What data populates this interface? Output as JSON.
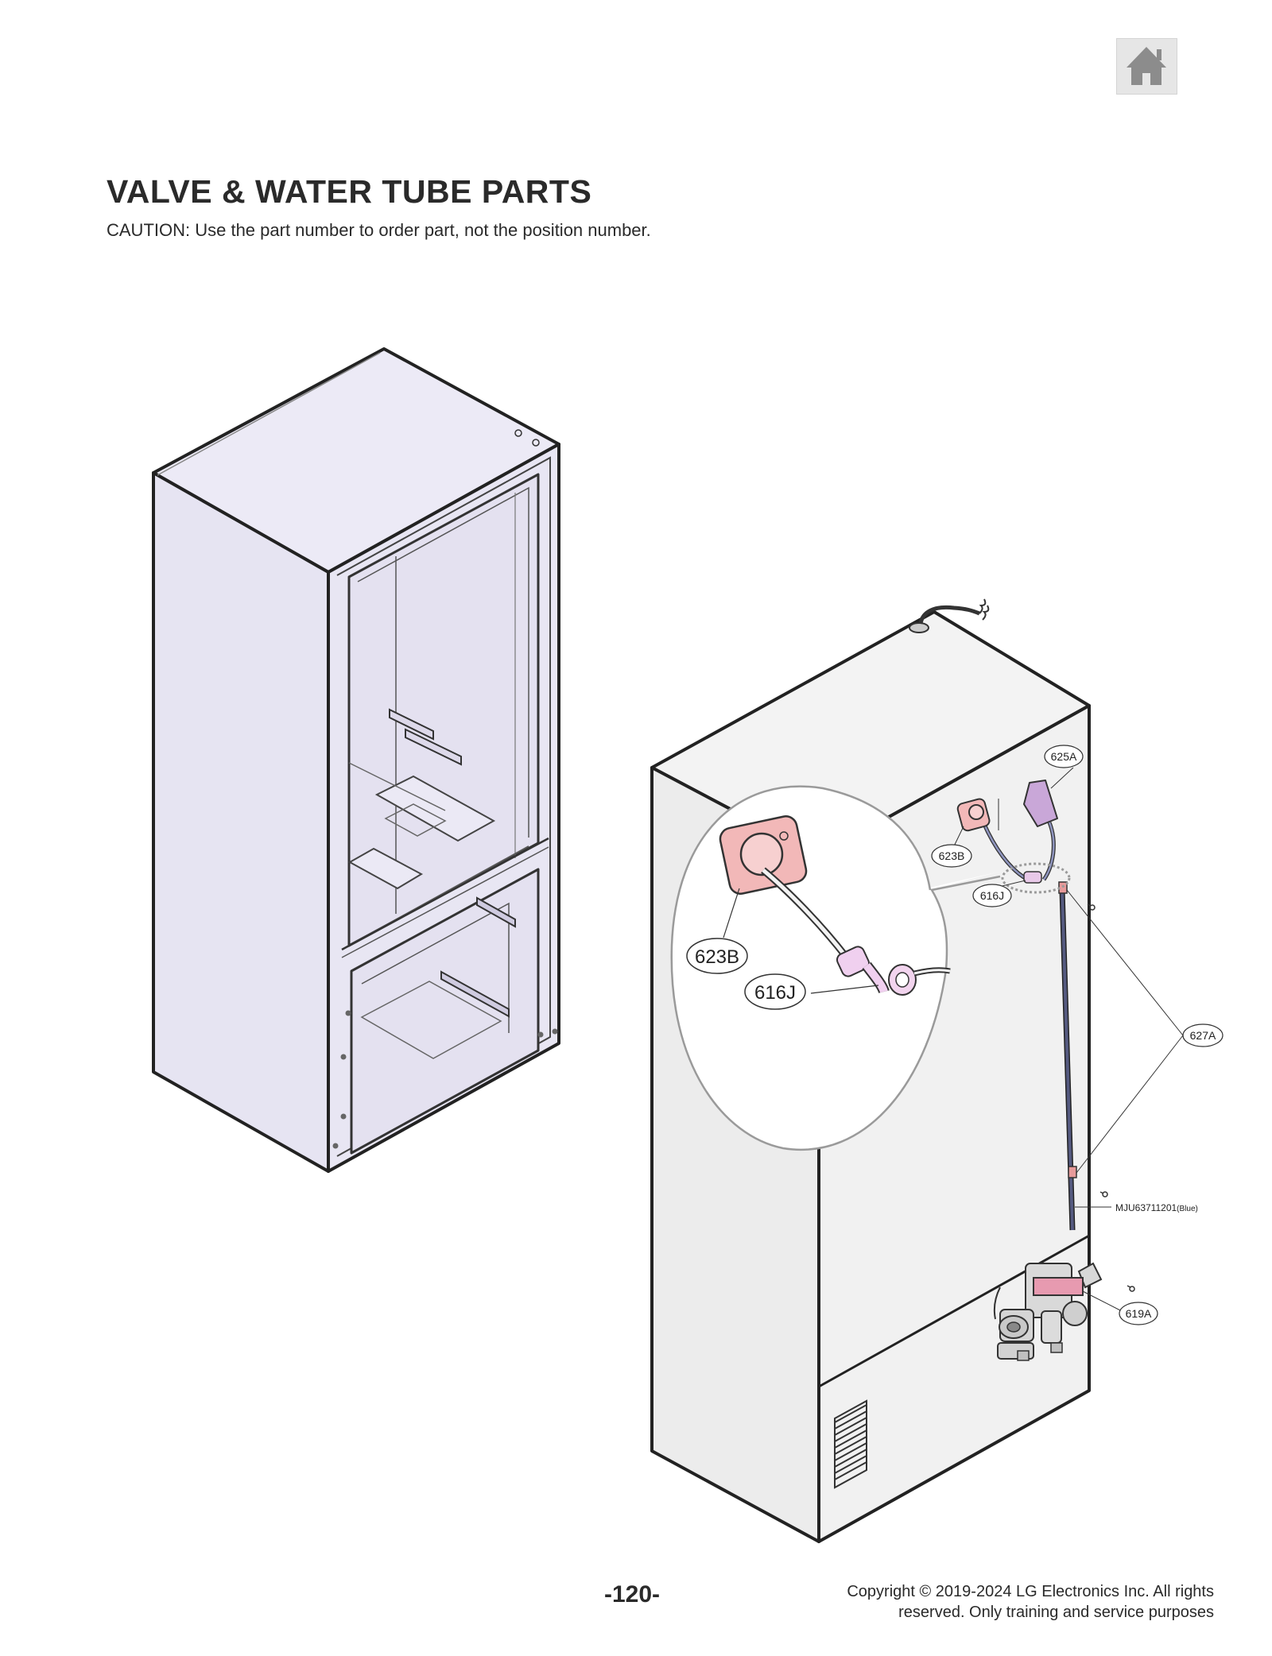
{
  "header": {
    "title": "VALVE & WATER TUBE PARTS",
    "caution": "CAUTION: Use the part number to order part, not the position number.",
    "home_icon": "home-icon"
  },
  "callouts": {
    "p625A": "625A",
    "p623B": "623B",
    "p616J": "616J",
    "p627A": "627A",
    "p619A": "619A",
    "zoom_623B": "623B",
    "zoom_616J": "616J",
    "tube_part": "MJU63711201",
    "tube_color": "(Blue)"
  },
  "footer": {
    "page_number": "-120-",
    "copyright_line1": "Copyright © 2019-2024 LG Electronics Inc.  All  rights",
    "copyright_line2": "reserved. Only training and service purposes"
  },
  "colors": {
    "cabinet_front": "#e8e6f3",
    "cabinet_back": "#f1f1f1",
    "part_pink": "#f2b8b8",
    "part_purple": "#c9a7d8",
    "tube_blue": "#555a80",
    "outline": "#222222"
  }
}
